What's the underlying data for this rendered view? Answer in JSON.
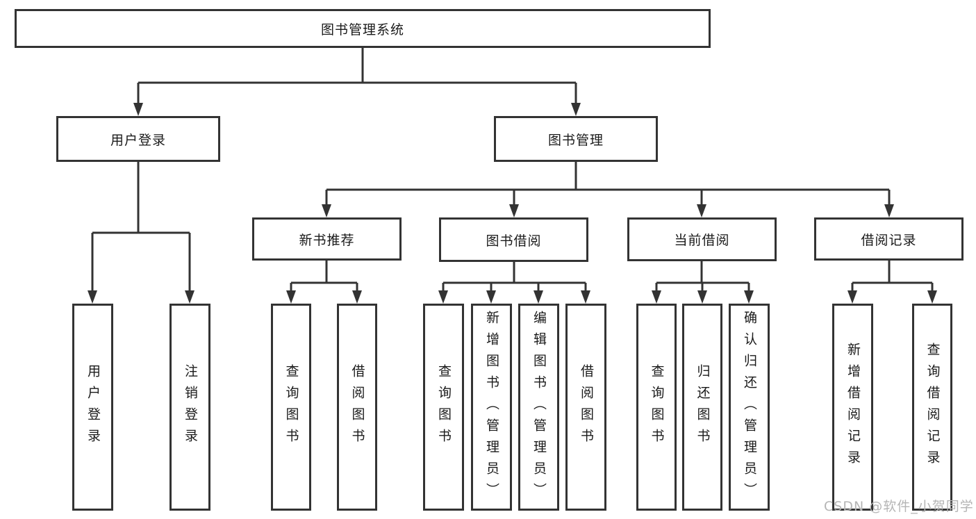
{
  "diagram": {
    "title": "图书管理系统",
    "nodes": {
      "root": "图书管理系统",
      "user_login": "用户登录",
      "book_mgmt": "图书管理",
      "new_book_rec": "新书推荐",
      "book_borrow": "图书借阅",
      "current_borrow": "当前借阅",
      "borrow_records": "借阅记录",
      "leaf_user_login": "用户登录",
      "leaf_logout": "注销登录",
      "rec_query_book": "查询图书",
      "rec_borrow_book": "借阅图书",
      "bb_query_book": "查询图书",
      "bb_add_book": "新增图书（管理员）",
      "bb_edit_book": "编辑图书（管理员）",
      "bb_borrow_book": "借阅图书",
      "cb_query_book": "查询图书",
      "cb_return_book": "归还图书",
      "cb_confirm_return": "确认归还（管理员）",
      "br_add_record": "新增借阅记录",
      "br_query_record": "查询借阅记录"
    },
    "hierarchy": [
      {
        "parent": "图书管理系统",
        "children": [
          "用户登录",
          "图书管理"
        ]
      },
      {
        "parent": "用户登录",
        "children": [
          "用户登录",
          "注销登录"
        ]
      },
      {
        "parent": "图书管理",
        "children": [
          "新书推荐",
          "图书借阅",
          "当前借阅",
          "借阅记录"
        ]
      },
      {
        "parent": "新书推荐",
        "children": [
          "查询图书",
          "借阅图书"
        ]
      },
      {
        "parent": "图书借阅",
        "children": [
          "查询图书",
          "新增图书（管理员）",
          "编辑图书（管理员）",
          "借阅图书"
        ]
      },
      {
        "parent": "当前借阅",
        "children": [
          "查询图书",
          "归还图书",
          "确认归还（管理员）"
        ]
      },
      {
        "parent": "借阅记录",
        "children": [
          "新增借阅记录",
          "查询借阅记录"
        ]
      }
    ]
  },
  "watermark": "CSDN @软件_小贺同学",
  "colors": {
    "line": "#333333",
    "box_border": "#333333",
    "text": "#1a1a1a",
    "watermark": "#b5b5b5",
    "background": "#ffffff"
  }
}
